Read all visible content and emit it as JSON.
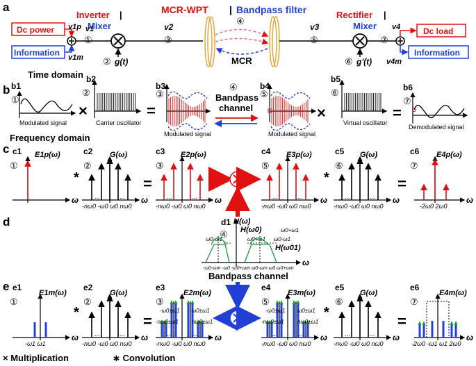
{
  "a": {
    "label": "a",
    "mcr_title": "MCR-WPT",
    "sep": "|",
    "bp_title": "Bandpass filter",
    "inverter": "Inverter",
    "mixer": "Mixer",
    "rectifier": "Rectifier",
    "dc_power": "Dc power",
    "information_in": "Information",
    "dc_load": "Dc load",
    "information_out": "Information",
    "mcr": "MCR",
    "v1p": "v1p",
    "v1m": "v1m",
    "v1": "v1",
    "v2": "v2",
    "v3": "v3",
    "v4": "v4",
    "v4m": "v4m",
    "n1": "①",
    "n2": "②",
    "n3": "③",
    "n4": "④",
    "n5": "⑤",
    "n6": "⑥",
    "n7": "⑦",
    "g": "g(t)",
    "gp": "g'(t)",
    "colors": {
      "red": "#e01010",
      "blue": "#1f3fd6",
      "coil": "#e8a63a",
      "pink": "#e86a8a"
    }
  },
  "b": {
    "label": "b",
    "time_domain": "Time domain",
    "b1": "b1",
    "b2": "b2",
    "b3": "b3",
    "b4": "b4",
    "b5": "b5",
    "b6": "b6",
    "cap1": "Modulated signal",
    "cap2": "Carrier oscillator",
    "cap3": "Modulated signal",
    "cap4": "Modulated signal",
    "cap5": "Virtual oscillator",
    "cap6": "Demodulated signal",
    "bandpass": "Bandpass",
    "channel": "channel",
    "times": "×",
    "eq": "="
  },
  "c": {
    "label": "c",
    "freq_domain": "Frequency domain",
    "c1": "c1",
    "c2": "c2",
    "c3": "c3",
    "c4": "c4",
    "c5": "c5",
    "c6": "c6",
    "E1p": "E1p(ω)",
    "G": "G(ω)",
    "E2p": "E2p(ω)",
    "E3p": "E3p(ω)",
    "E4p": "E4p(ω)",
    "ticks": "-nω0 -ω0 ω0 nω0",
    "ticks6": "-2ω0      2ω0",
    "omega": "ω",
    "star": "*",
    "eq": "="
  },
  "d": {
    "label": "d",
    "d1": "d1",
    "H": "H(ω)",
    "H0": "H(ω0)",
    "H01": "H(ω01)",
    "wpw1": "ω0+ω1",
    "wmw1": "ω0-ω1",
    "ticks": "-ω0-ωm -ω0 -ω0+ωm     ω0-ωm ω0 ω0+ωm",
    "bandpass_channel": "Bandpass channel",
    "omega": "ω"
  },
  "e": {
    "label": "e",
    "e1": "e1",
    "e2": "e2",
    "e3": "e3",
    "e4": "e4",
    "e5": "e5",
    "e6": "e6",
    "E1m": "E1m(ω)",
    "G": "G(ω)",
    "E2m": "E2m(ω)",
    "E3m": "E3m(ω)",
    "E4m": "E4m(ω)",
    "ticks1": "-ω1 ω1",
    "ticks": "-nω0 -ω0 ω0 nω0",
    "ticks6": "-2ω0 -ω1 ω1 2ω0",
    "pm1a": "-ω0±ω1",
    "pm1b": "ω0±ω1",
    "pmna": "-nω0±ω1",
    "pmnb": "nω0±ω1",
    "omega": "ω",
    "star": "*",
    "eq": "="
  },
  "legend": {
    "mult": "× Multiplication",
    "conv": "∗ Convolution"
  }
}
